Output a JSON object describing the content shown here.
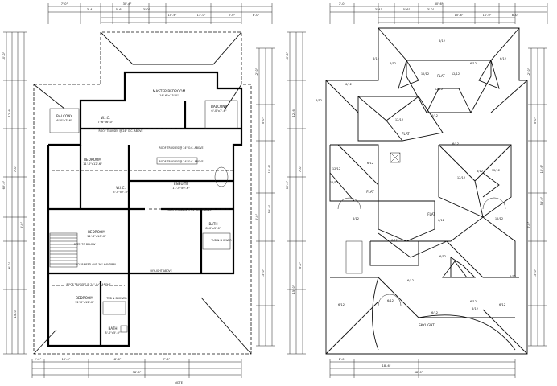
{
  "left_plan": {
    "dims_top": [
      "7'-0\"",
      "30'-6\"",
      "3'-4\"",
      "5'-6\"",
      "3'-0\"",
      "10'-6\"",
      "11'-0\"",
      "5'-0\"",
      "8'-0\""
    ],
    "dims_left": [
      "10'-0\"",
      "12'-6\"",
      "7'-0\"",
      "5'-0\"",
      "6'-0\"",
      "62'-0\"",
      "15'-0\""
    ],
    "dims_right": [
      "12'-0\"",
      "5'-0\"",
      "10'-6\"",
      "6'-0\"",
      "13'-0\"",
      "55'-0\""
    ],
    "dims_bottom": [
      "2'-0\"",
      "10'-0\"",
      "18'-6\"",
      "7'-6\"",
      "38'-0\""
    ],
    "rooms": [
      {
        "name": "BALCONY",
        "size": "6'-0\"x7'-6\""
      },
      {
        "name": "MASTER BEDROOM",
        "size": "14'-6\"x13'-0\""
      },
      {
        "name": "BALCONY",
        "size": "6'-0\"x7'-6\""
      },
      {
        "name": "W.I.C.",
        "size": "7'-6\"x6'-0\""
      },
      {
        "name": "BEDROOM",
        "size": "11'-0\"x12'-6\""
      },
      {
        "name": "ENSUITE",
        "size": "11'-0\"x9'-6\""
      },
      {
        "name": "W.I.C.",
        "size": "5'-0\"x7'-0\""
      },
      {
        "name": "BEDROOM",
        "size": "11'-6\"x10'-0\""
      },
      {
        "name": "BATH",
        "size": "8'-0\"x5'-0\""
      },
      {
        "name": "BEDROOM",
        "size": "12'-0\"x12'-0\""
      },
      {
        "name": "BATH",
        "size": "8'-0\"x5'-0\""
      }
    ],
    "notes": [
      "ROOF TRUSSES @ 24\" O.C. ABOVE",
      "ROOF TRUSSES @ 24\" O.C. ABOVE",
      "ROOF TRUSSES @ 24\" O.C. ABOVE",
      "ROOF TRUSSES @ 24\" O.C. ABOVE",
      "42\" RAISED AND 36\" HANDRAIL",
      "TUB & SHOWER",
      "TUB & SHOWER",
      "OPEN TO BELOW",
      "SKYLIGHT ABOVE",
      "ROOF TRUSSES @ 24\" O.C. ABOVE"
    ],
    "bottom_caption": "NOTE"
  },
  "right_plan": {
    "dims_top": [
      "7'-0\"",
      "30'-6\"",
      "3'-4\"",
      "5'-6\"",
      "3'-0\"",
      "10'-6\"",
      "11'-0\"",
      "8'-0\""
    ],
    "dims_left": [
      "10'-0\"",
      "12'-6\"",
      "7'-0\"",
      "62'-0\"",
      "15'-0\"",
      "5'-0\""
    ],
    "dims_right": [
      "12'-0\"",
      "5'-0\"",
      "10'-6\"",
      "6'-0\"",
      "55'-0\"",
      "13'-0\""
    ],
    "dims_bottom": [
      "2'-0\"",
      "18'-6\"",
      "38'-0\""
    ],
    "pitches": [
      "6/12",
      "6/12",
      "6/12",
      "6/12",
      "6/12",
      "12/12",
      "12/12",
      "12/12",
      "6/12",
      "12/12",
      "6/12",
      "6/12",
      "6/12",
      "12/12",
      "12/12",
      "6/12",
      "6/12",
      "6/12",
      "12/12",
      "12/12",
      "12/12",
      "6/12",
      "6/12",
      "6/12",
      "6/12",
      "6/12",
      "6/12",
      "6/12",
      "6/12",
      "6/12",
      "6/12",
      "6/12"
    ],
    "labels": [
      "FLAT",
      "FLAT",
      "FLAT",
      "FLAT",
      "SKYLIGHT"
    ]
  }
}
